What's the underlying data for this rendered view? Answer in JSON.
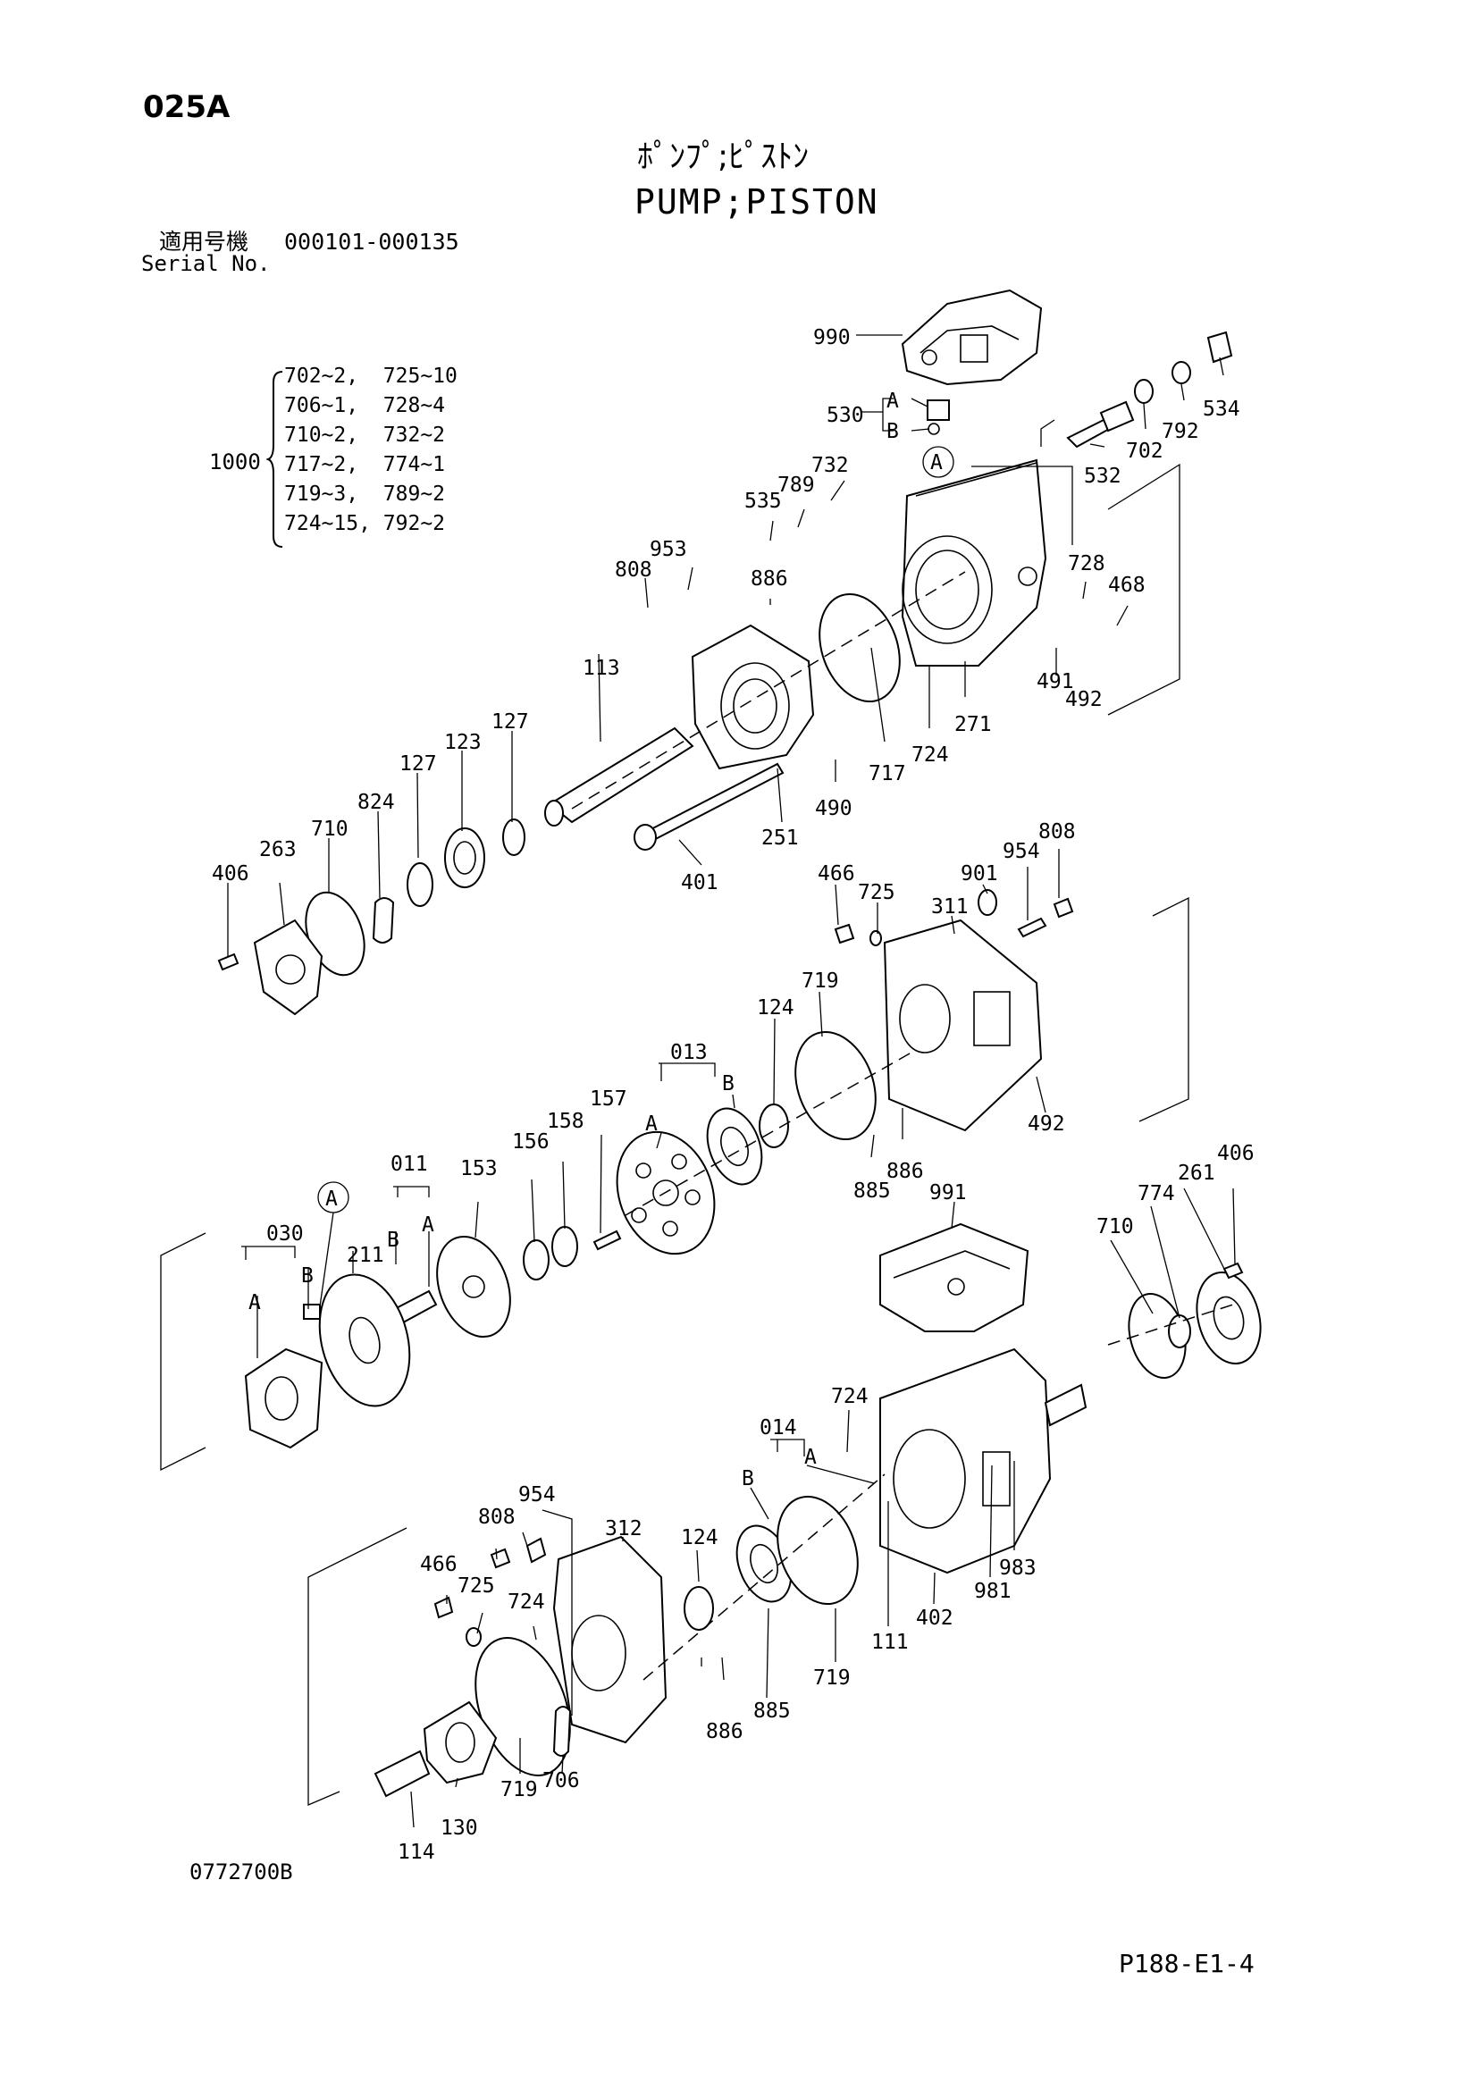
{
  "header": {
    "page_code": "025A",
    "title_jp": "ﾎﾟﾝﾌﾟ;ﾋﾟｽﾄﾝ",
    "title_en": "PUMP;PISTON",
    "serial_label_jp": "適用号機",
    "serial_value": "000101-000135",
    "serial_label_en": "Serial No."
  },
  "kit": {
    "number": "1000",
    "items": [
      "702~2,  725~10",
      "706~1,  728~4",
      "710~2,  732~2",
      "717~2,  774~1",
      "719~3,  789~2",
      "724~15, 792~2"
    ]
  },
  "footer": {
    "drawing_number": "0772700B",
    "page_ref": "P188-E1-4"
  },
  "diagram": {
    "labels": [
      "990",
      "530",
      "A",
      "B",
      "534",
      "792",
      "702",
      "532",
      "A",
      "732",
      "789",
      "535",
      "728",
      "468",
      "953",
      "886",
      "808",
      "491",
      "492",
      "113",
      "271",
      "724",
      "717",
      "490",
      "251",
      "401",
      "127",
      "123",
      "127",
      "824",
      "710",
      "263",
      "406",
      "466",
      "725",
      "901",
      "954",
      "808",
      "311",
      "719",
      "124",
      "013",
      "B",
      "A",
      "157",
      "158",
      "156",
      "153",
      "011",
      "B",
      "A",
      "A",
      "030",
      "B",
      "A",
      "211",
      "492",
      "886",
      "885",
      "991",
      "406",
      "261",
      "774",
      "710",
      "724",
      "014",
      "A",
      "B",
      "954",
      "808",
      "312",
      "124",
      "466",
      "725",
      "724",
      "719",
      "886",
      "885",
      "111",
      "402",
      "981",
      "983",
      "719",
      "706",
      "130",
      "114"
    ]
  }
}
